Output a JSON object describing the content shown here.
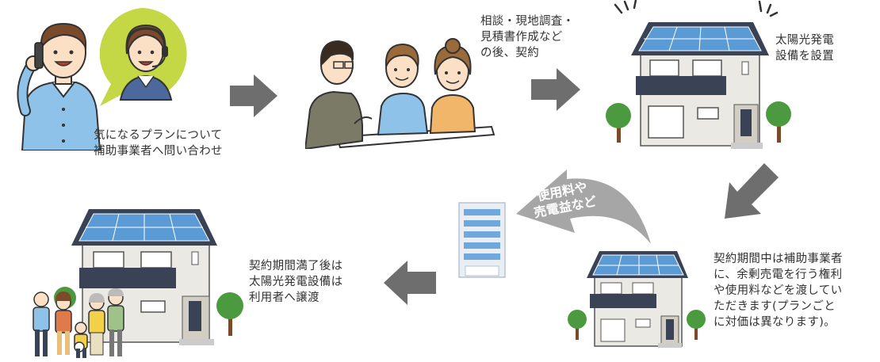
{
  "steps": [
    {
      "lines": [
        "気になるプランについて",
        "補助事業者へ問い合わせ"
      ]
    },
    {
      "lines": [
        "相談・現地調査・",
        "見積書作成など",
        "の後、契約"
      ]
    },
    {
      "lines": [
        "太陽光発電",
        "設備を設置"
      ]
    },
    {
      "lines": [
        "契約期間中は補助事業者",
        "に、余剰売電を行う権利",
        "や使用料などを渡してい",
        "ただきます(プランごと",
        "に対価は異なります)。"
      ]
    },
    {
      "lines": [
        "契約期間満了後は",
        "太陽光発電設備は",
        "利用者へ譲渡"
      ]
    }
  ],
  "curved_arrow": {
    "lines": [
      "使用料や",
      "売電益など"
    ]
  },
  "colors": {
    "arrow": "#6e6e6e",
    "curved_arrow": "#a6a6a6",
    "solar_panel": "#5b9bd5",
    "roof": "#3a4256",
    "wall": "#ebe9e4",
    "tree": "#4c9a3f",
    "text": "#333333"
  },
  "icons": [
    "phone-icon",
    "headset-icon",
    "solar-panel-icon",
    "tree-icon",
    "building-icon",
    "family-icon"
  ]
}
